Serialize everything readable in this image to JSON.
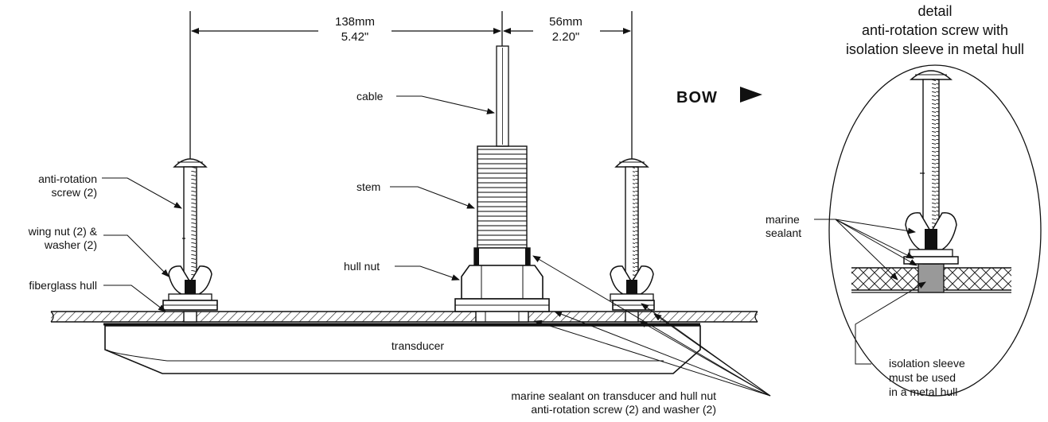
{
  "dimensions": {
    "left_mm": "138mm",
    "left_in": "5.42\"",
    "right_mm": "56mm",
    "right_in": "2.20\""
  },
  "labels": {
    "cable": "cable",
    "stem": "stem",
    "hull_nut": "hull nut",
    "anti_rotation_1": "anti-rotation",
    "anti_rotation_2": "screw (2)",
    "wing_nut_1": "wing nut (2) &",
    "wing_nut_2": "washer (2)",
    "fiberglass_hull": "fiberglass hull",
    "transducer": "transducer",
    "sealant_note_1": "marine sealant on transducer and hull nut",
    "sealant_note_2": "anti-rotation screw (2) and washer (2)",
    "bow": "BOW"
  },
  "detail": {
    "title_1": "detail",
    "title_2": "anti-rotation screw with",
    "title_3": "isolation sleeve in metal hull",
    "marine_1": "marine",
    "marine_2": "sealant",
    "iso_1": "isolation sleeve",
    "iso_2": "must be used",
    "iso_3": "in a metal hull"
  }
}
